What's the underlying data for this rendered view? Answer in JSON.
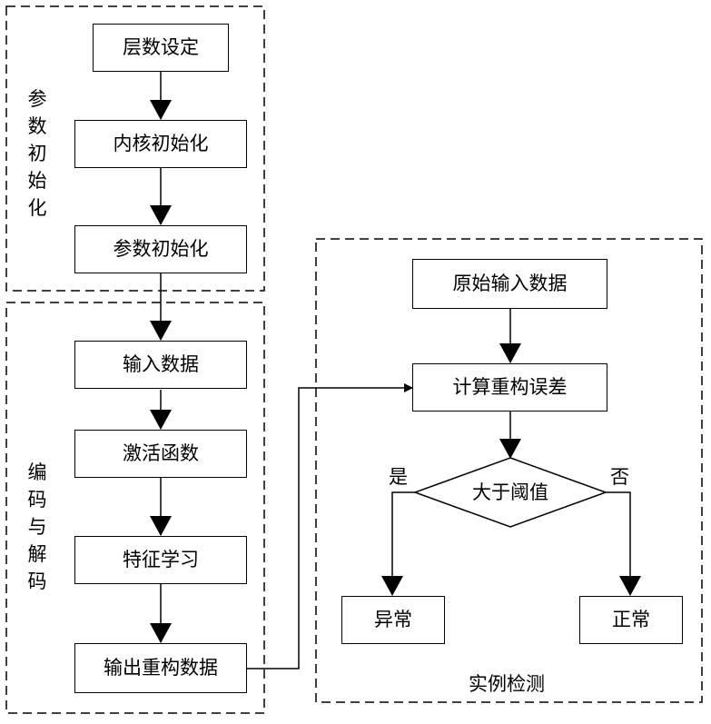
{
  "group_init": {
    "label": "参数初始化"
  },
  "group_codec": {
    "label": "编码与解码"
  },
  "group_detect": {
    "label": "实例检测"
  },
  "boxes": {
    "layers": "层数设定",
    "kernel_init": "内核初始化",
    "param_init": "参数初始化",
    "input_data": "输入数据",
    "activation": "激活函数",
    "feature_learning": "特征学习",
    "output_recon": "输出重构数据",
    "raw_input": "原始输入数据",
    "recon_error": "计算重构误差",
    "threshold": "大于阈值",
    "abnormal": "异常",
    "normal": "正常"
  },
  "branches": {
    "yes": "是",
    "no": "否"
  }
}
